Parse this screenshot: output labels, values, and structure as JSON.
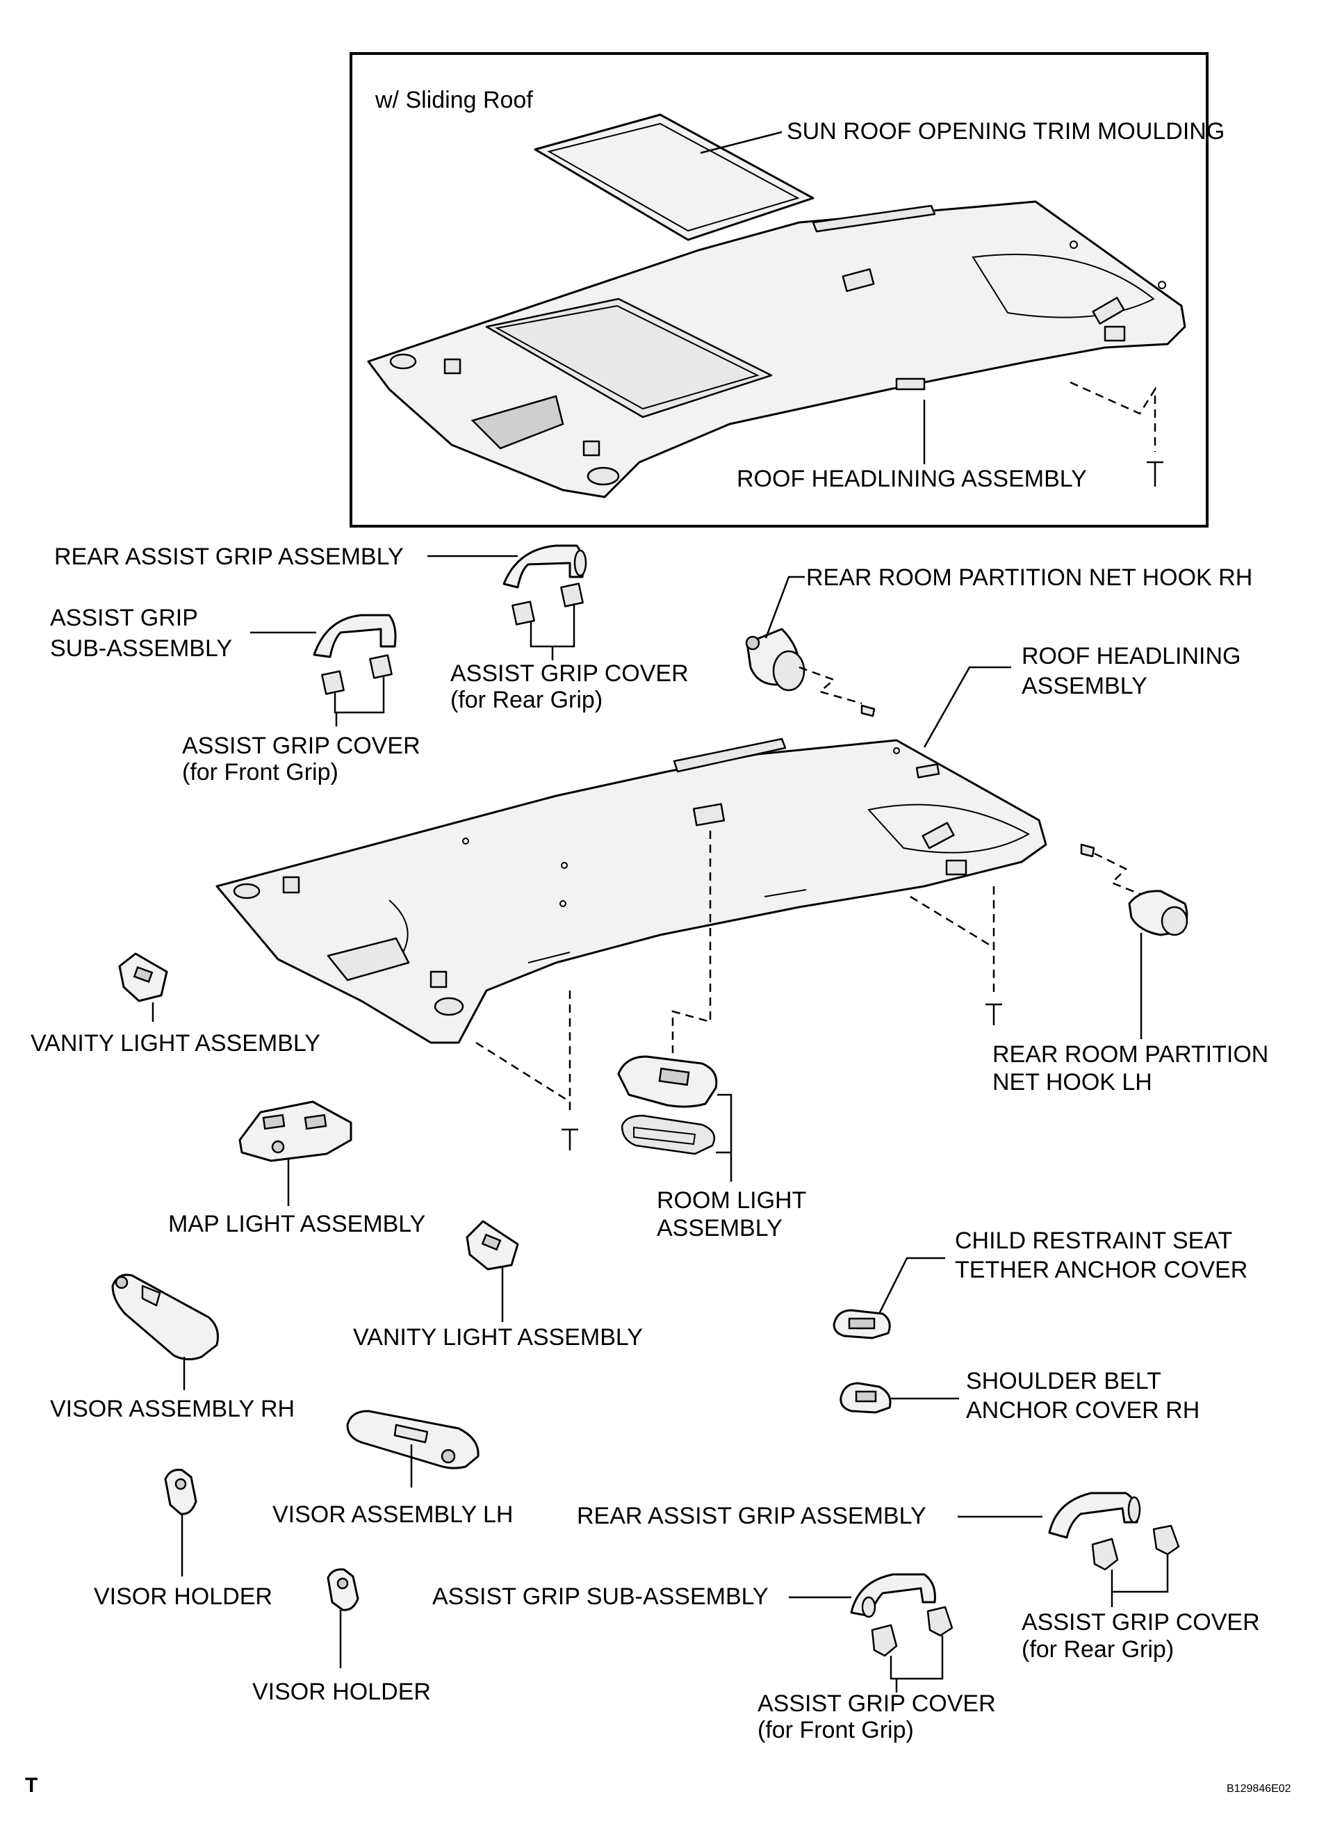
{
  "inset_title": "w/ Sliding Roof",
  "labels": {
    "sun_roof_trim": "SUN ROOF OPENING TRIM MOULDING",
    "roof_headlining_inset": "ROOF HEADLINING ASSEMBLY",
    "rear_assist_grip_top": "REAR ASSIST GRIP ASSEMBLY",
    "assist_grip_sub_top_1": "ASSIST GRIP",
    "assist_grip_sub_top_2": "SUB-ASSEMBLY",
    "assist_grip_cover_rear_top_1": "ASSIST GRIP COVER",
    "assist_grip_cover_rear_top_2": "(for Rear Grip)",
    "assist_grip_cover_front_top_1": "ASSIST GRIP COVER",
    "assist_grip_cover_front_top_2": "(for Front Grip)",
    "net_hook_rh": "REAR ROOM PARTITION NET HOOK RH",
    "roof_headlining_main_1": "ROOF HEADLINING",
    "roof_headlining_main_2": "ASSEMBLY",
    "vanity_light_left": "VANITY LIGHT ASSEMBLY",
    "net_hook_lh_1": "REAR ROOM PARTITION",
    "net_hook_lh_2": "NET HOOK LH",
    "map_light": "MAP LIGHT ASSEMBLY",
    "room_light_1": "ROOM LIGHT",
    "room_light_2": "ASSEMBLY",
    "child_restraint_1": "CHILD RESTRAINT SEAT",
    "child_restraint_2": "TETHER ANCHOR COVER",
    "vanity_light_center": "VANITY LIGHT ASSEMBLY",
    "visor_rh": "VISOR ASSEMBLY RH",
    "shoulder_belt_1": "SHOULDER BELT",
    "shoulder_belt_2": "ANCHOR COVER RH",
    "visor_lh": "VISOR ASSEMBLY LH",
    "rear_assist_grip_bottom": "REAR ASSIST GRIP ASSEMBLY",
    "visor_holder_1": "VISOR HOLDER",
    "assist_grip_sub_bottom": "ASSIST GRIP SUB-ASSEMBLY",
    "assist_grip_cover_rear_bottom_1": "ASSIST GRIP COVER",
    "assist_grip_cover_rear_bottom_2": "(for Rear Grip)",
    "visor_holder_2": "VISOR HOLDER",
    "assist_grip_cover_front_bottom_1": "ASSIST GRIP COVER",
    "assist_grip_cover_front_bottom_2": "(for Front Grip)"
  },
  "corner_mark": "T",
  "figure_code": "B129846E02"
}
